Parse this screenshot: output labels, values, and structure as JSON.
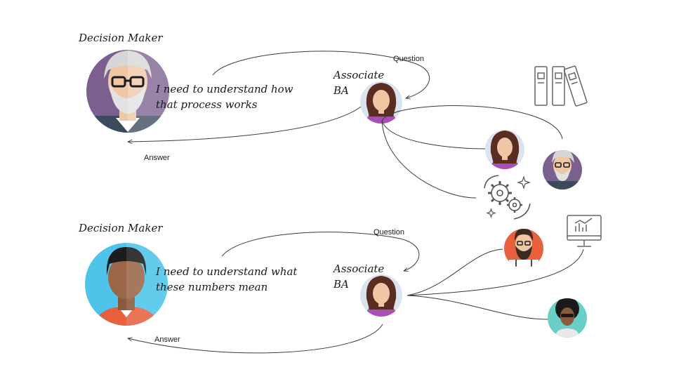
{
  "scenarios": [
    {
      "role_label": "Decision Maker",
      "statement_line1": "I need to understand how",
      "statement_line2": "that process works",
      "associate_line1": "Associate",
      "associate_line2": "BA",
      "question_label": "Question",
      "answer_label": "Answer"
    },
    {
      "role_label": "Decision Maker",
      "statement_line1": "I need to understand what",
      "statement_line2": "these numbers mean",
      "associate_line1": "Associate",
      "associate_line2": "BA",
      "question_label": "Question",
      "answer_label": "Answer"
    }
  ],
  "icons": {
    "documents": "binders-icon",
    "process": "gears-icon",
    "dashboard": "monitor-chart-icon"
  },
  "colors": {
    "purple": "#7b5f8f",
    "cyan": "#4ec4ea",
    "orange_red": "#e8613f",
    "teal": "#68cfc9",
    "pale_blue": "#dbe3ee",
    "line": "#3a3a3a",
    "icon_stroke": "#666666"
  }
}
